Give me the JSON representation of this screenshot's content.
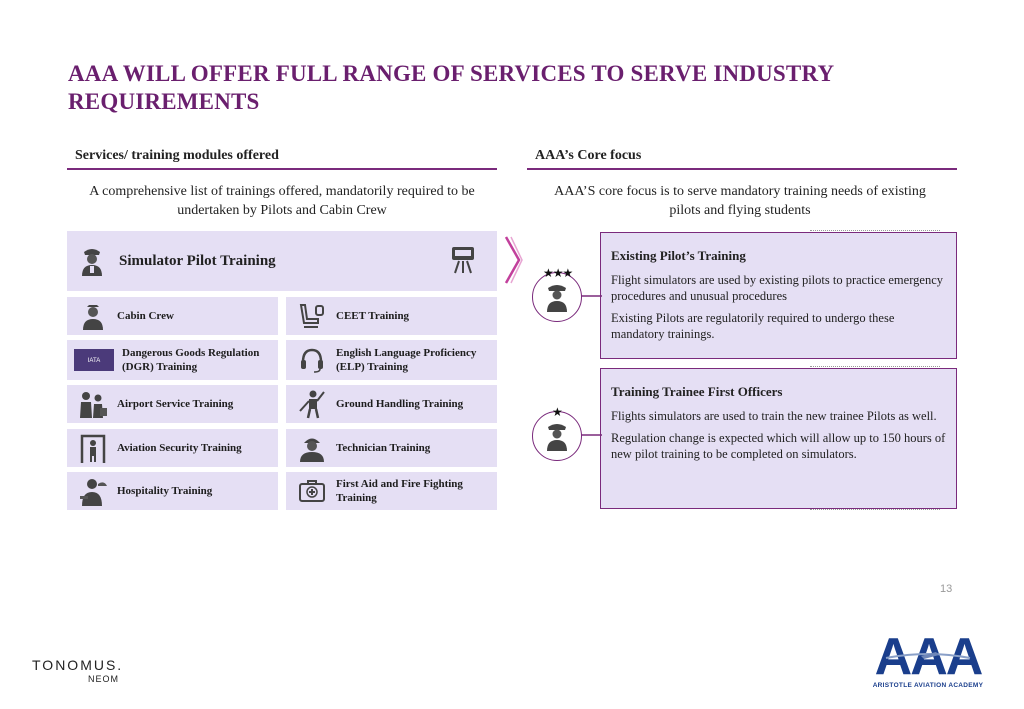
{
  "title": "AAA WILL OFFER FULL RANGE OF SERVICES TO SERVE INDUSTRY REQUIREMENTS",
  "left_section": {
    "heading": "Services/ training modules offered",
    "description": "A comprehensive list of trainings offered, mandatorily required to be undertaken by Pilots and Cabin Crew",
    "simulator": "Simulator Pilot Training",
    "modules": [
      {
        "label": "Cabin Crew",
        "icon": "flight-attendant-icon"
      },
      {
        "label": "CEET Training",
        "icon": "seat-icon"
      },
      {
        "label": "Dangerous Goods Regulation (DGR) Training",
        "icon": "iata-badge-icon"
      },
      {
        "label": "English Language Proficiency (ELP) Training",
        "icon": "headset-icon"
      },
      {
        "label": "Airport Service Training",
        "icon": "airport-staff-icon"
      },
      {
        "label": "Ground Handling Training",
        "icon": "ground-handler-icon"
      },
      {
        "label": "Aviation Security Training",
        "icon": "security-gate-icon"
      },
      {
        "label": "Technician Training",
        "icon": "technician-icon"
      },
      {
        "label": "Hospitality Training",
        "icon": "hospitality-icon"
      },
      {
        "label": "First Aid and Fire Fighting Training",
        "icon": "first-aid-kit-icon"
      }
    ]
  },
  "right_section": {
    "heading": "AAA’s Core focus",
    "description": "AAA’S core focus is to serve mandatory training needs of existing pilots and flying students",
    "boxes": [
      {
        "title": "Existing Pilot’s Training",
        "p1": "Flight simulators are used by existing pilots to practice emergency procedures and unusual procedures",
        "p2": "Existing Pilots are regulatorily required to undergo these mandatory trainings."
      },
      {
        "title": "Training Trainee First Officers",
        "p1": "Flights simulators are used to train the new trainee  Pilots as well.",
        "p2": "Regulation change is expected which will allow up to 150 hours of new pilot training to be completed on simulators."
      }
    ],
    "stars": [
      "★★★",
      "★"
    ]
  },
  "page_number": "13",
  "footer": {
    "brand": "TONOMUS.",
    "brand_sub": "NEOM",
    "logo_text": "AAA",
    "logo_sub": "ARISTOTLE AVIATION ACADEMY"
  },
  "colors": {
    "accent": "#7a2a7c",
    "title": "#6a1f6e",
    "panel": "#e5dff4",
    "logo": "#1a3e8c"
  }
}
